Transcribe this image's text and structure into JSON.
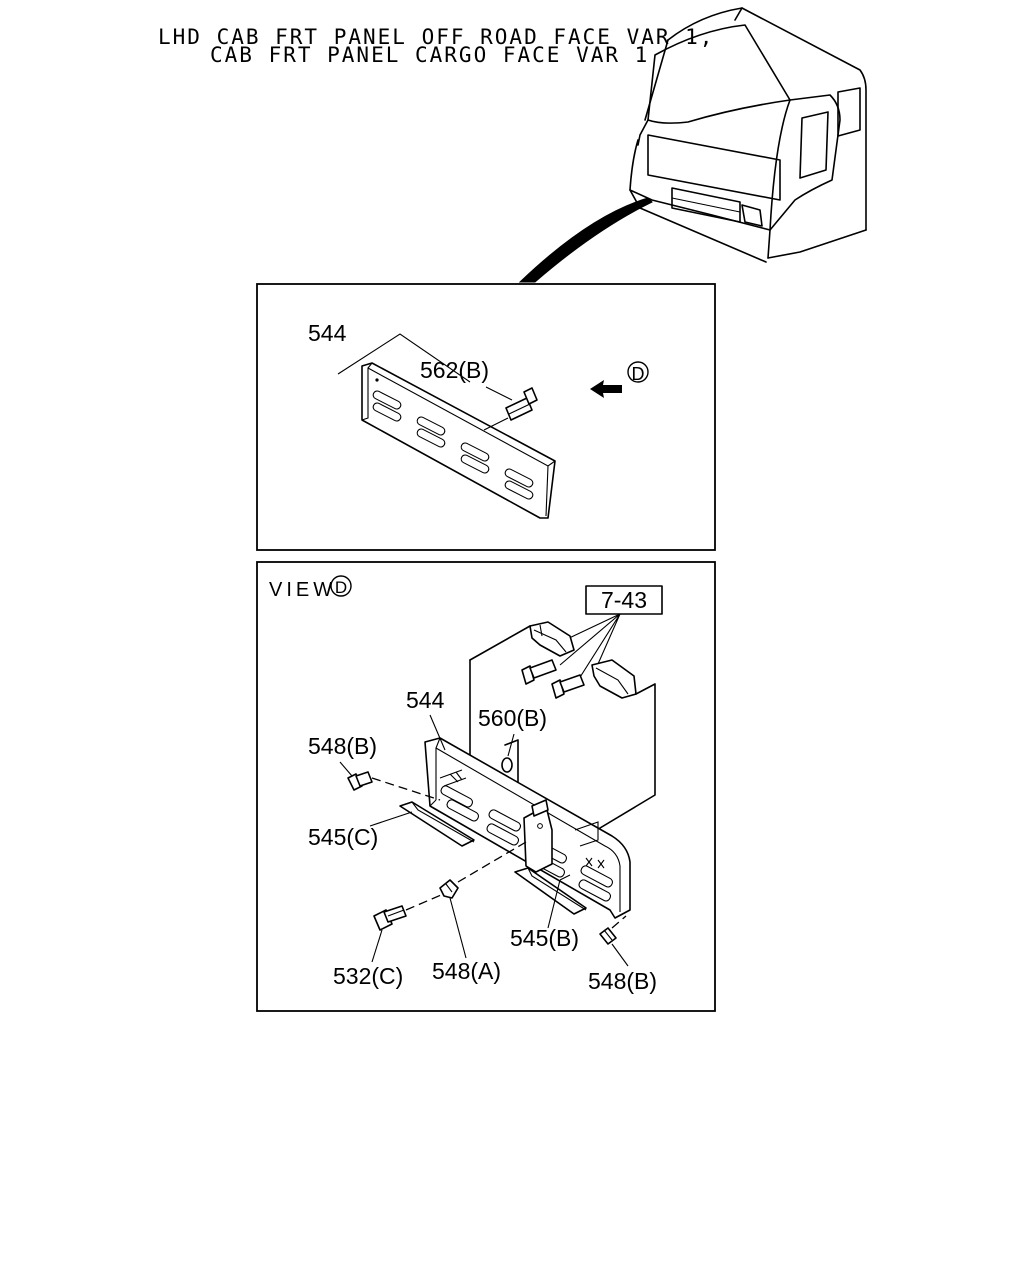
{
  "header": {
    "line1": "LHD CAB FRT PANEL OFF ROAD FACE VAR 1,",
    "line2": "CAB FRT PANEL CARGO FACE VAR 1"
  },
  "upper_panel": {
    "labels": {
      "part_544": "544",
      "part_562b": "562(B)",
      "view_marker": "D"
    }
  },
  "lower_panel": {
    "view_word": "VIEW",
    "view_marker": "D",
    "ref_box": "7-43",
    "labels": {
      "part_544": "544",
      "part_560b": "560(B)",
      "part_548b_top": "548(B)",
      "part_545c": "545(C)",
      "part_545b": "545(B)",
      "part_532c": "532(C)",
      "part_548a": "548(A)",
      "part_548b_bottom": "548(B)"
    }
  }
}
